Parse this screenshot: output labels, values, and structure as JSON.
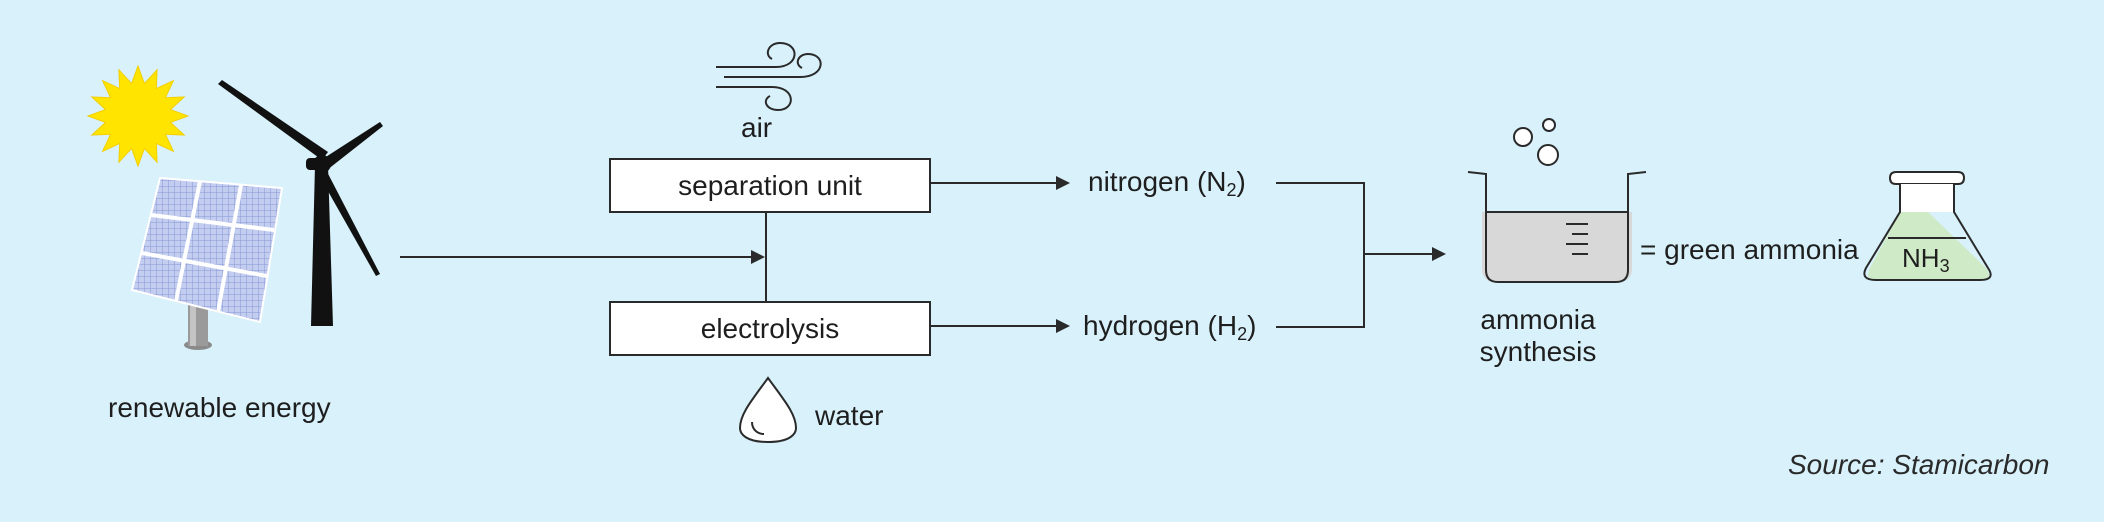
{
  "colors": {
    "background": "#d8f1fa",
    "sun": "#ffe400",
    "panel": "#b9c6ec",
    "flask_liquid": "#cfeac6",
    "beaker_liquid": "#d8d8d8",
    "line": "#2a2a2a"
  },
  "icons": [
    "sun-icon",
    "solar-panel-icon",
    "wind-turbine-icon",
    "wind-icon",
    "water-drop-icon",
    "beaker-icon",
    "flask-icon"
  ],
  "renewable": {
    "label": "renewable energy"
  },
  "air": {
    "label": "air"
  },
  "separation": {
    "label": "separation unit"
  },
  "electrolysis": {
    "label": "electrolysis"
  },
  "water": {
    "label": "water"
  },
  "nitrogen": {
    "label": "nitrogen (N",
    "sub": "2",
    "close": ")"
  },
  "hydrogen": {
    "label": "hydrogen (H",
    "sub": "2",
    "close": ")"
  },
  "synthesis": {
    "line1": "ammonia",
    "line2": "synthesis"
  },
  "result": {
    "label": "= green ammonia"
  },
  "flask": {
    "text": "NH",
    "sub": "3"
  },
  "source": {
    "label": "Source: Stamicarbon"
  }
}
